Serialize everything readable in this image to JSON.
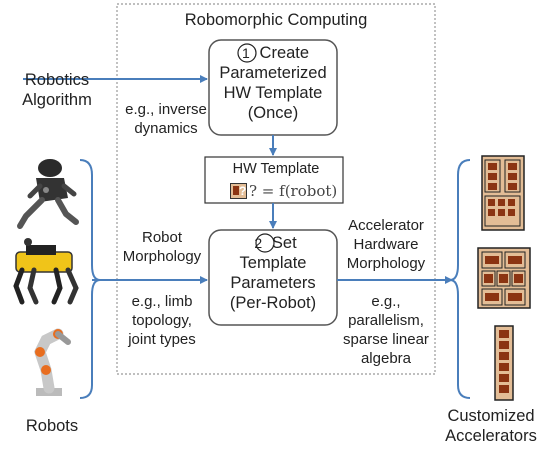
{
  "title": "Robomorphic Computing",
  "inputs": {
    "algorithm_label_line1": "Robotics",
    "algorithm_label_line2": "Algorithm",
    "robots_label": "Robots",
    "outputs_label_line1": "Customized",
    "outputs_label_line2": "Accelerators"
  },
  "steps": {
    "step1_number": "1",
    "step1_line1": "Create",
    "step1_line2": "Parameterized",
    "step1_line3": "HW Template",
    "step1_line4": "(Once)",
    "step2_number": "2",
    "step2_line1": "Set",
    "step2_line2": "Template",
    "step2_line3": "Parameters",
    "step2_line4": "(Per-Robot)"
  },
  "template": {
    "label": "HW Template",
    "formula": "? = f(robot)"
  },
  "annotations": {
    "inverse_dynamics_line1": "e.g., inverse",
    "inverse_dynamics_line2": "dynamics",
    "robot_morphology_line1": "Robot",
    "robot_morphology_line2": "Morphology",
    "limb_line1": "e.g., limb",
    "limb_line2": "topology,",
    "limb_line3": "joint types",
    "accel_morph_line1": "Accelerator",
    "accel_morph_line2": "Hardware",
    "accel_morph_line3": "Morphology",
    "parallel_line1": "e.g.,",
    "parallel_line2": "parallelism,",
    "parallel_line3": "sparse linear",
    "parallel_line4": "algebra"
  },
  "colors": {
    "arrow": "#4a7ebb",
    "brace": "#4a7ebb",
    "chip_fill": "#e3bd96",
    "chip_block": "#8b3412",
    "dotted_border": "#999999"
  }
}
